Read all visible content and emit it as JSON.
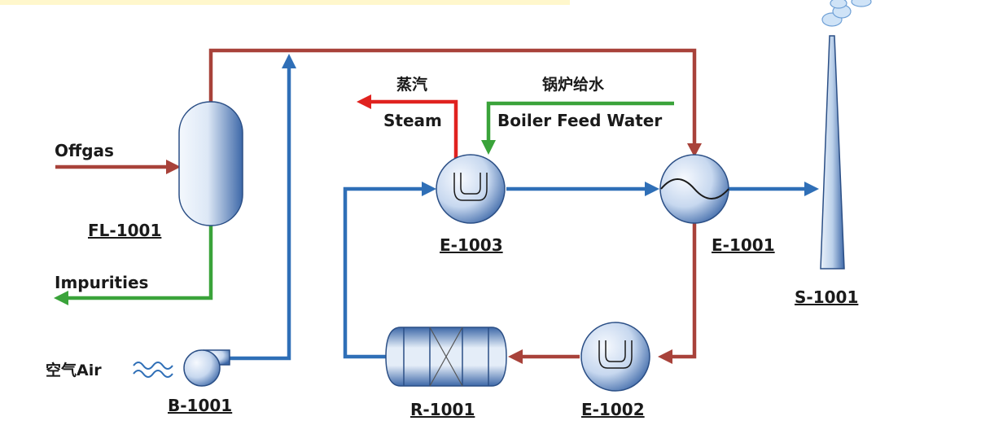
{
  "labels": {
    "offgas": "Offgas",
    "impurities": "Impurities",
    "air": "空气Air",
    "steam_cn": "蒸汽",
    "steam_en": "Steam",
    "bfw_cn": "锅炉给水",
    "bfw_en": "Boiler Feed Water"
  },
  "equipment": {
    "fl1001": "FL-1001",
    "b1001": "B-1001",
    "e1003": "E-1003",
    "e1001": "E-1001",
    "e1002": "E-1002",
    "r1001": "R-1001",
    "s1001": "S-1001"
  },
  "colors": {
    "hot_stream": "#a8423a",
    "air_stream": "#2f6fb7",
    "water_stream": "#3aa33a",
    "steam_stream": "#e0221f",
    "vessel_dark": "#3d68a8",
    "vessel_light": "#f2f6fc"
  }
}
